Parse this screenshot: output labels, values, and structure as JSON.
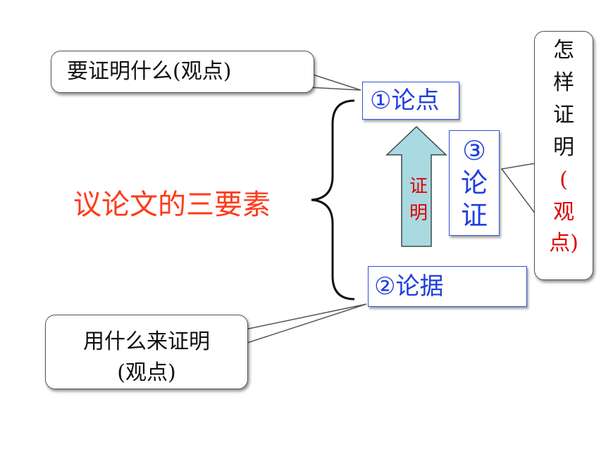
{
  "diagram": {
    "title": "议论文的三要素",
    "nodes": {
      "argument_point": "①论点",
      "evidence": "②论据",
      "argumentation": [
        "③",
        "论",
        "证"
      ]
    },
    "arrow_label": [
      "证",
      "明"
    ],
    "callouts": {
      "what_to_prove": "要证明什么(观点)",
      "with_what": [
        "用什么来证明",
        "(观点)"
      ],
      "how_to_prove": [
        "怎",
        "样",
        "证",
        "明",
        "(",
        "观",
        "点)"
      ]
    },
    "colors": {
      "title": "#ff3a1a",
      "node_text": "#1f3fe0",
      "node_border": "#3050d8",
      "arrow_fill": "#a9d9e1",
      "arrow_label": "#e00000",
      "callout_emphasis": "#e00000"
    },
    "icons": {
      "brace": "left-curly-brace",
      "arrow": "up-arrow"
    }
  }
}
